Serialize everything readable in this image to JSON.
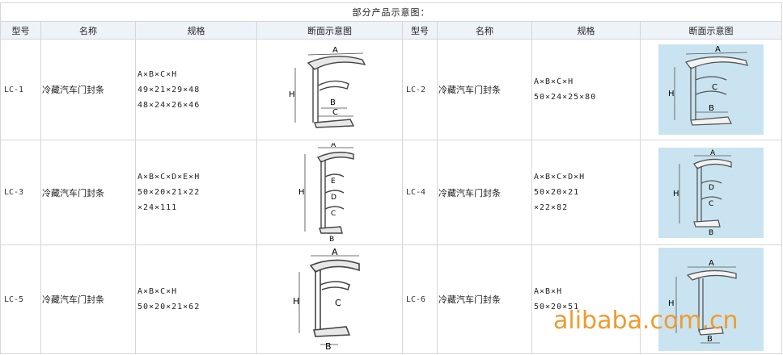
{
  "title": "部分产品示意图：",
  "headers": {
    "model": "型号",
    "name": "名称",
    "spec": "规格",
    "diagram": "断面示意图"
  },
  "products": [
    {
      "model": "LC-1",
      "name": "冷藏汽车门封条",
      "spec_lines": [
        "A×B×C×H",
        "49×21×29×48",
        "48×24×26×46"
      ],
      "labels": [
        "A",
        "H",
        "B",
        "C"
      ]
    },
    {
      "model": "LC-2",
      "name": "冷藏汽车门封条",
      "spec_lines": [
        "A×B×C×H",
        "50×24×25×80"
      ],
      "labels": [
        "A",
        "H",
        "C",
        "B"
      ]
    },
    {
      "model": "LC-3",
      "name": "冷藏汽车门封条",
      "spec_lines": [
        "A×B×C×D×E×H",
        "50×20×21×22",
        "×24×111"
      ],
      "labels": [
        "A",
        "H",
        "E",
        "D",
        "C",
        "B"
      ]
    },
    {
      "model": "LC-4",
      "name": "冷藏汽车门封条",
      "spec_lines": [
        "A×B×C×D×H",
        "50×20×21",
        "×22×82"
      ],
      "labels": [
        "A",
        "H",
        "D",
        "C",
        "B"
      ]
    },
    {
      "model": "LC-5",
      "name": "冷藏汽车门封条",
      "spec_lines": [
        "A×B×C×H",
        "50×20×21×62"
      ],
      "labels": [
        "A",
        "H",
        "C",
        "B"
      ]
    },
    {
      "model": "LC-6",
      "name": "冷藏汽车门封条",
      "spec_lines": [
        "A×B×H",
        "50×20×51"
      ],
      "labels": [
        "A",
        "H",
        "B"
      ]
    }
  ],
  "watermark": "alibaba.com.cn",
  "colors": {
    "header_bg": "#eef3fa",
    "diagram_blue_bg": "#c9e4f0",
    "watermark": "#f29a2e"
  }
}
